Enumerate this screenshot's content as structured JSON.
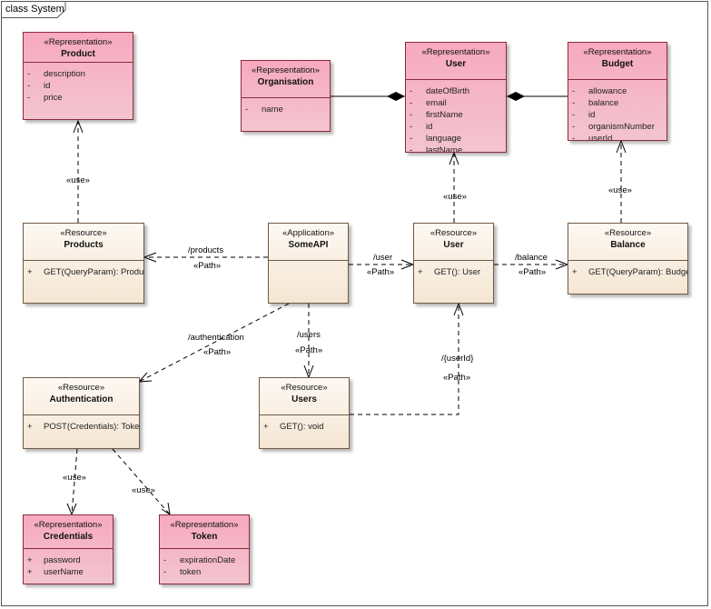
{
  "diagram": {
    "frame_title": "class System",
    "classes": {
      "product": {
        "stereotype": "«Representation»",
        "name": "Product",
        "attributes": [
          {
            "vis": "-",
            "name": "description"
          },
          {
            "vis": "-",
            "name": "id"
          },
          {
            "vis": "-",
            "name": "price"
          }
        ]
      },
      "organisation": {
        "stereotype": "«Representation»",
        "name": "Organisation",
        "attributes": [
          {
            "vis": "-",
            "name": "name"
          }
        ]
      },
      "user_rep": {
        "stereotype": "«Representation»",
        "name": "User",
        "attributes": [
          {
            "vis": "-",
            "name": "dateOfBirth"
          },
          {
            "vis": "-",
            "name": "email"
          },
          {
            "vis": "-",
            "name": "firstName"
          },
          {
            "vis": "-",
            "name": "id"
          },
          {
            "vis": "-",
            "name": "language"
          },
          {
            "vis": "-",
            "name": "lastName"
          }
        ]
      },
      "budget": {
        "stereotype": "«Representation»",
        "name": "Budget",
        "attributes": [
          {
            "vis": "-",
            "name": "allowance"
          },
          {
            "vis": "-",
            "name": "balance"
          },
          {
            "vis": "-",
            "name": "id"
          },
          {
            "vis": "-",
            "name": "organismNumber"
          },
          {
            "vis": "-",
            "name": "userId"
          }
        ]
      },
      "products": {
        "stereotype": "«Resource»",
        "name": "Products",
        "attributes": [
          {
            "vis": "+",
            "name": "GET(QueryParam): Product"
          }
        ]
      },
      "someapi": {
        "stereotype": "«Application»",
        "name": "SomeAPI",
        "attributes": []
      },
      "user_res": {
        "stereotype": "«Resource»",
        "name": "User",
        "attributes": [
          {
            "vis": "+",
            "name": "GET(): User"
          }
        ]
      },
      "balance": {
        "stereotype": "«Resource»",
        "name": "Balance",
        "attributes": [
          {
            "vis": "+",
            "name": "GET(QueryParam): Budget"
          }
        ]
      },
      "authentication": {
        "stereotype": "«Resource»",
        "name": "Authentication",
        "attributes": [
          {
            "vis": "+",
            "name": "POST(Credentials): Token"
          }
        ]
      },
      "users": {
        "stereotype": "«Resource»",
        "name": "Users",
        "attributes": [
          {
            "vis": "+",
            "name": "GET(): void"
          }
        ]
      },
      "credentials": {
        "stereotype": "«Representation»",
        "name": "Credentials",
        "attributes": [
          {
            "vis": "+",
            "name": "password"
          },
          {
            "vis": "+",
            "name": "userName"
          }
        ]
      },
      "token": {
        "stereotype": "«Representation»",
        "name": "Token",
        "attributes": [
          {
            "vis": "-",
            "name": "expirationDate"
          },
          {
            "vis": "-",
            "name": "token"
          }
        ]
      }
    },
    "labels": {
      "use_product": "«use»",
      "use_user": "«use»",
      "use_budget": "«use»",
      "use_credentials": "«use»",
      "use_token": "«use»",
      "products_path": "/products",
      "products_stereo": "«Path»",
      "user_path": "/user",
      "user_stereo": "«Path»",
      "balance_path": "/balance",
      "balance_stereo": "«Path»",
      "auth_path": "/authentication",
      "auth_stereo": "«Path»",
      "users_path": "/users",
      "users_stereo": "«Path»",
      "userid_path": "/{userId}",
      "userid_stereo": "«Path»"
    }
  }
}
